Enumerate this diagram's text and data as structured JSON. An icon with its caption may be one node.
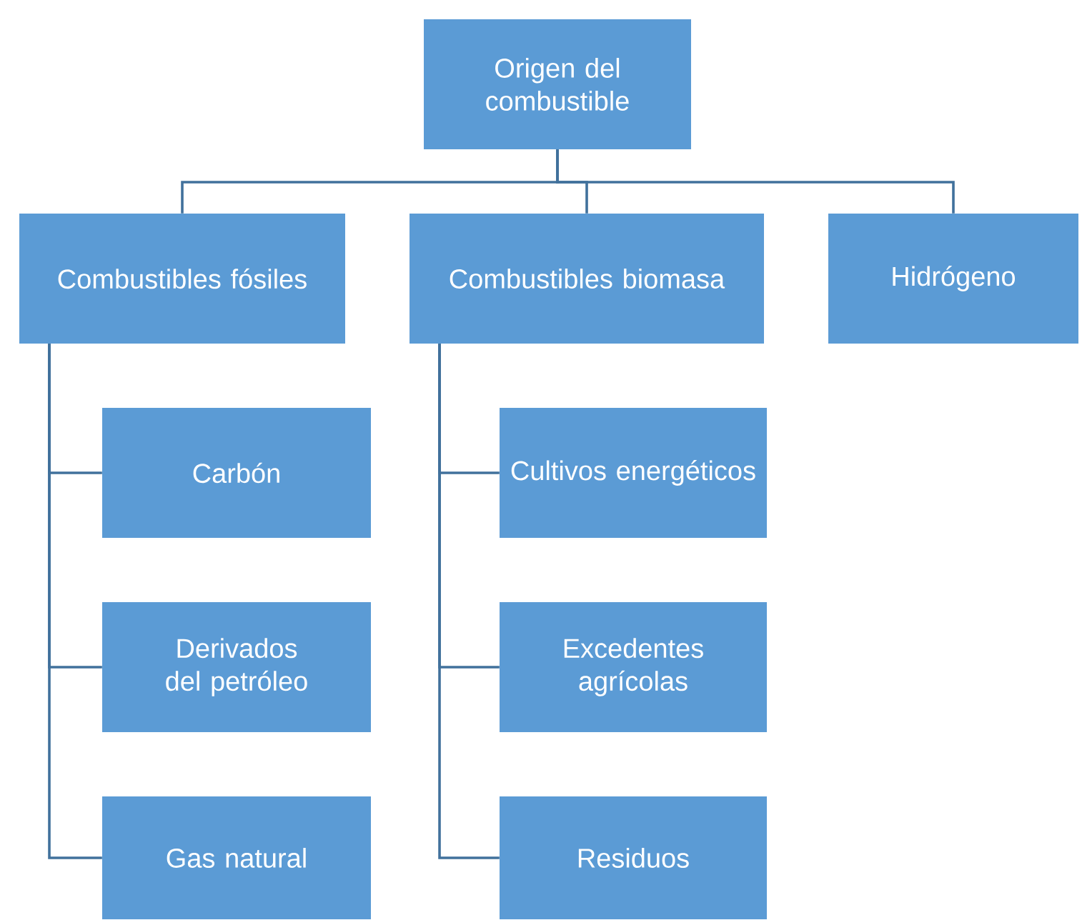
{
  "diagram": {
    "nodes": [
      {
        "text": [
          "Origen del combustible"
        ]
      },
      {
        "text": [
          "Combustibles fósiles"
        ]
      },
      {
        "text": [
          "Combustibles biomasa"
        ]
      },
      {
        "text": [
          "Hidrógeno"
        ]
      },
      {
        "text": [
          "Carbón"
        ]
      },
      {
        "text": [
          "Derivados del petróleo"
        ]
      },
      {
        "text": [
          "Gas natural"
        ]
      },
      {
        "text": [
          "Cultivos energéticos"
        ]
      },
      {
        "text": [
          "Excedentes agrícolas"
        ]
      },
      {
        "text": [
          "Residuos"
        ]
      }
    ],
    "edges": [
      {
        "from": 0,
        "to": 1,
        "arrow": "none"
      },
      {
        "from": 0,
        "to": 2,
        "arrow": "none"
      },
      {
        "from": 0,
        "to": 3,
        "arrow": "none"
      },
      {
        "from": 1,
        "to": 4,
        "arrow": "none"
      },
      {
        "from": 1,
        "to": 5,
        "arrow": "none"
      },
      {
        "from": 1,
        "to": 6,
        "arrow": "none"
      },
      {
        "from": 2,
        "to": 7,
        "arrow": "none"
      },
      {
        "from": 2,
        "to": 8,
        "arrow": "none"
      },
      {
        "from": 2,
        "to": 9,
        "arrow": "none"
      }
    ]
  }
}
